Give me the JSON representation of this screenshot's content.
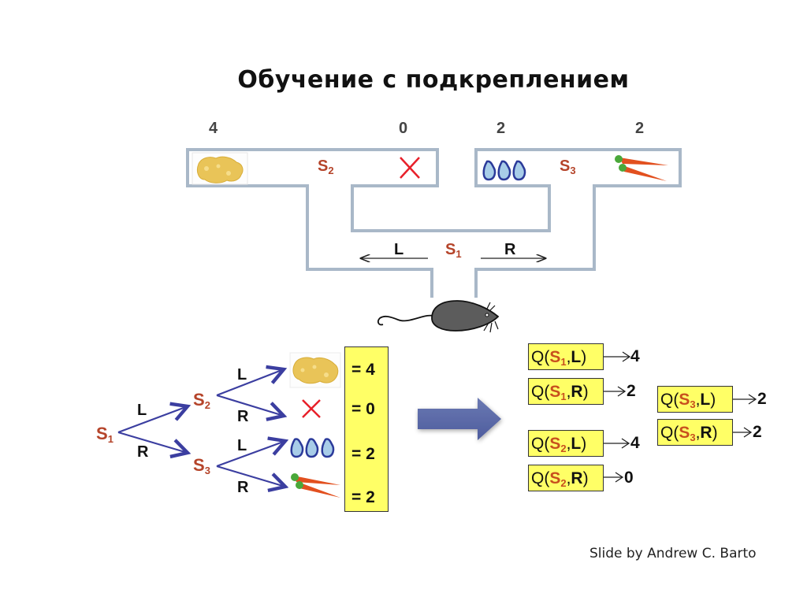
{
  "title": "Обучение с подкреплением",
  "maze": {
    "rewards": [
      "4",
      "0",
      "2",
      "2"
    ],
    "states": {
      "s1": {
        "letter": "S",
        "index": "1"
      },
      "s2": {
        "letter": "S",
        "index": "2"
      },
      "s3": {
        "letter": "S",
        "index": "3"
      }
    },
    "actions": {
      "left": "L",
      "right": "R"
    },
    "items": [
      "cheese-icon",
      "cross-icon",
      "water-drops-icon",
      "carrots-icon"
    ]
  },
  "tree": {
    "actions": [
      "L",
      "R",
      "L",
      "R",
      "L",
      "R"
    ],
    "values": [
      "= 4",
      "= 0",
      "= 2",
      "= 2"
    ]
  },
  "q_table": [
    {
      "q": "Q(",
      "state": "S",
      "index": "1",
      "sep": ",",
      "action": "L",
      "close": ")",
      "value": "4"
    },
    {
      "q": "Q(",
      "state": "S",
      "index": "1",
      "sep": ",",
      "action": "R",
      "close": ")",
      "value": "2"
    },
    {
      "q": "Q(",
      "state": "S",
      "index": "2",
      "sep": ",",
      "action": "L",
      "close": ")",
      "value": "4"
    },
    {
      "q": "Q(",
      "state": "S",
      "index": "2",
      "sep": ",",
      "action": "R",
      "close": ")",
      "value": "0"
    },
    {
      "q": "Q(",
      "state": "S",
      "index": "3",
      "sep": ",",
      "action": "L",
      "close": ")",
      "value": "2"
    },
    {
      "q": "Q(",
      "state": "S",
      "index": "3",
      "sep": ",",
      "action": "R",
      "close": ")",
      "value": "2"
    }
  ],
  "credit": "Slide by Andrew C. Barto",
  "colors": {
    "maze_wall": "#a9b8c8",
    "state_text": "#b5442a",
    "tree_arrow": "#3b3ea0",
    "highlight": "#ffff66",
    "big_arrow": "#5a6aa8",
    "cross": "#e8202a"
  }
}
